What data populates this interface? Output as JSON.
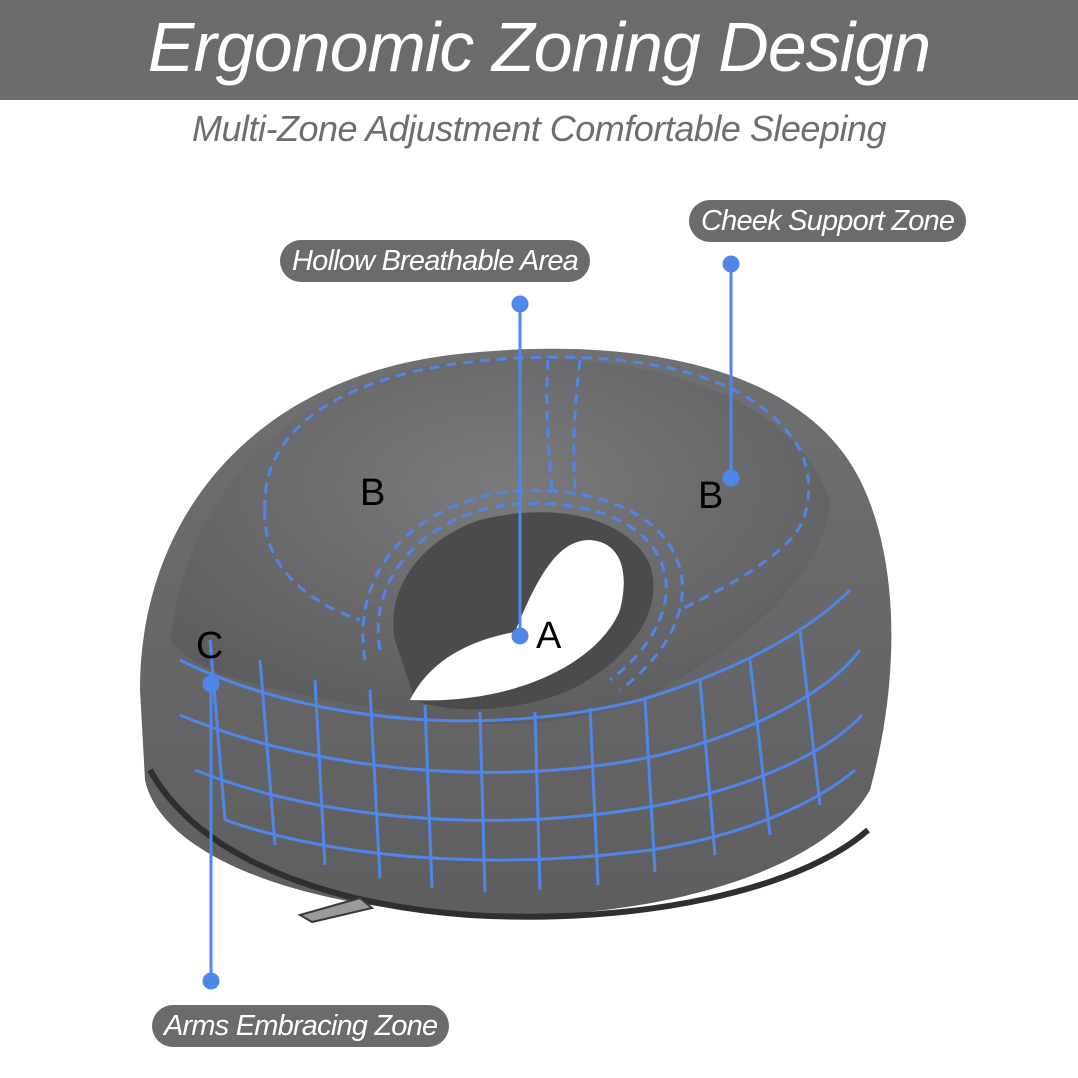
{
  "header": {
    "title": "Ergonomic Zoning Design"
  },
  "subtitle": "Multi-Zone Adjustment Comfortable Sleeping",
  "callouts": {
    "hollow": "Hollow Breathable Area",
    "cheek": "Cheek Support Zone",
    "arms": "Arms Embracing Zone"
  },
  "zone_letters": {
    "b_left": "B",
    "b_right": "B",
    "a": "A",
    "c": "C"
  },
  "colors": {
    "header_bg": "#6b6b6b",
    "pillow_fabric": "#6c6c6e",
    "accent_blue": "#4f86e8"
  }
}
